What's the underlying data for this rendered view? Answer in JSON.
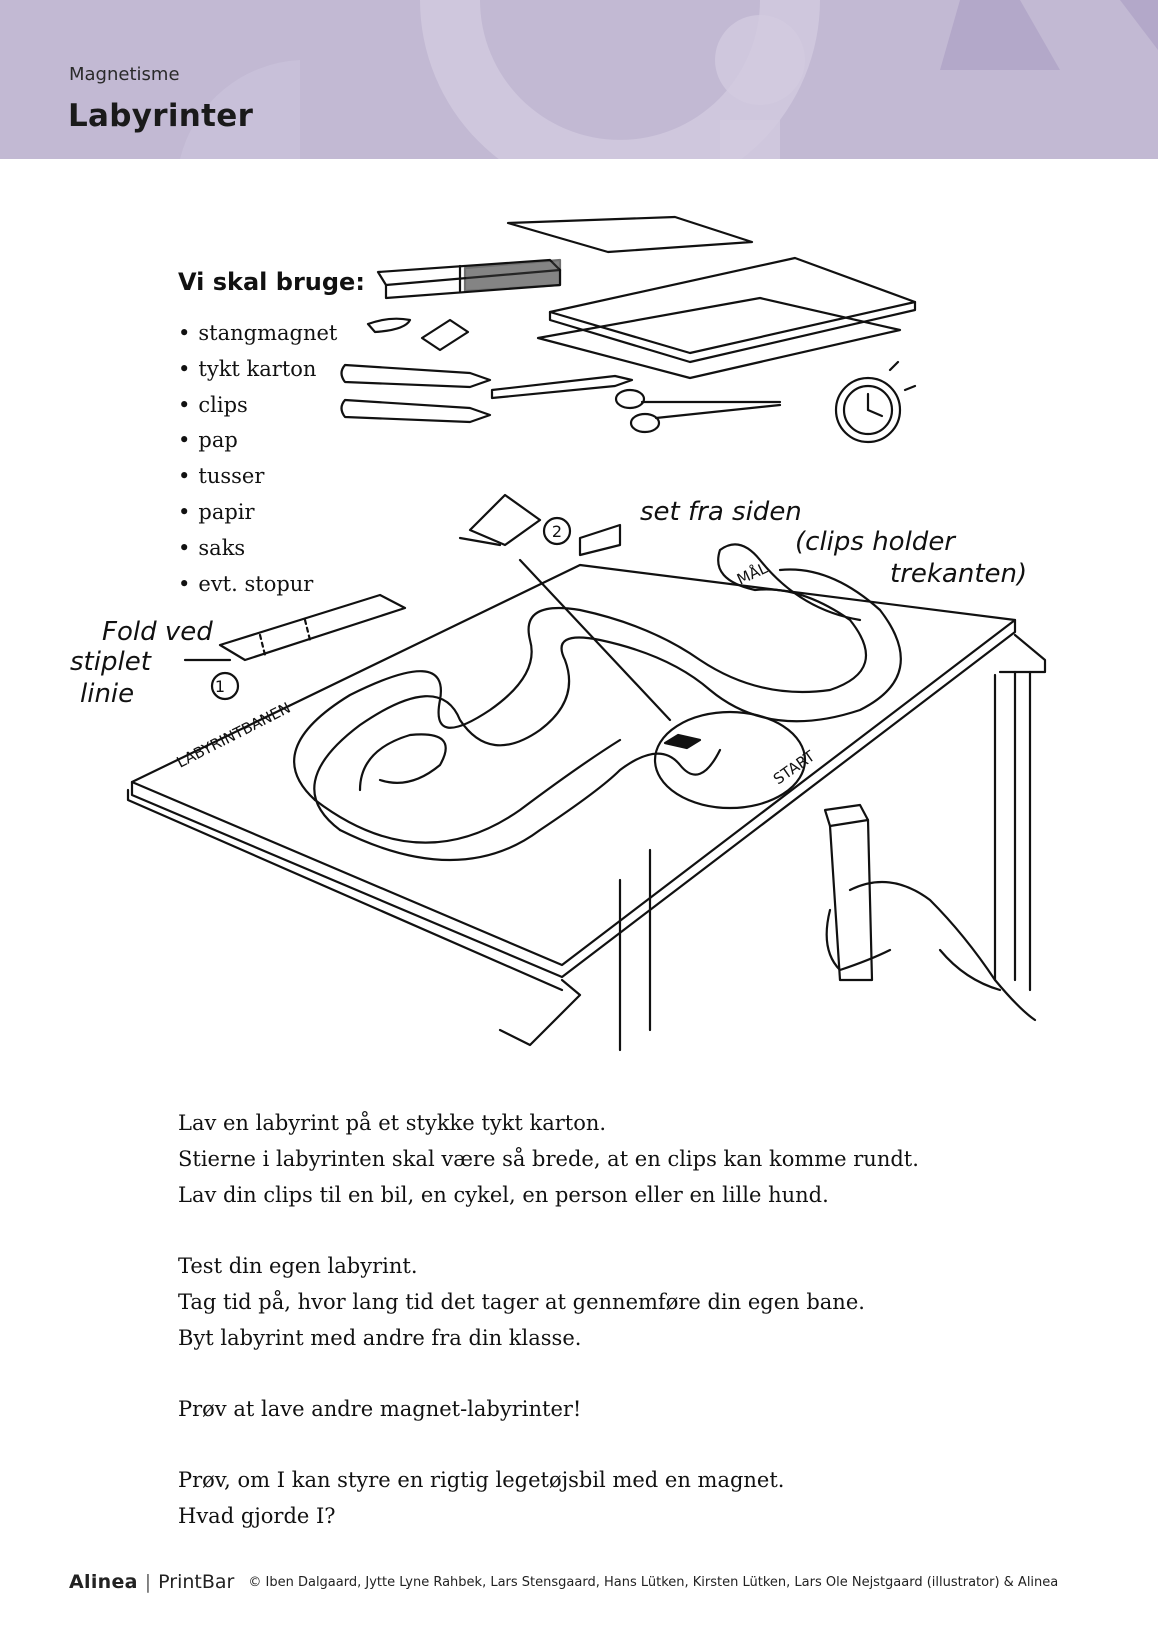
{
  "header": {
    "subject": "Magnetisme",
    "title": "Labyrinter"
  },
  "materials": {
    "heading": "Vi skal bruge:",
    "items": [
      "stangmagnet",
      "tykt karton",
      "clips",
      "pap",
      "tusser",
      "papir",
      "saks",
      "evt. stopur"
    ]
  },
  "illustration": {
    "notes": {
      "fold_1": "Fold ved",
      "fold_2": "stiplet",
      "fold_3": "linie",
      "side_1": "set fra siden",
      "side_2": "(clips holder",
      "side_3": "trekanten)",
      "step_1": "1",
      "step_2": "2",
      "maze_label": "LABYRINTBANEN",
      "goal": "MÅL",
      "start": "START"
    }
  },
  "instructions": {
    "p1": [
      "Lav en labyrint på et stykke tykt karton.",
      "Stierne i labyrinten skal være så brede, at en clips kan komme rundt.",
      "Lav din clips til en bil, en cykel, en person eller en lille hund."
    ],
    "p2": [
      "Test din egen labyrint.",
      "Tag tid på, hvor lang tid det tager at gennemføre din egen bane.",
      "Byt labyrint med andre fra din klasse."
    ],
    "p3": [
      "Prøv at lave andre magnet-labyrinter!"
    ],
    "p4": [
      "Prøv, om I kan styre en rigtig legetøjsbil med en magnet.",
      "Hvad gjorde I?"
    ]
  },
  "footer": {
    "brand": "Alinea",
    "separator": "|",
    "product": "PrintBar",
    "credits": "© Iben Dalgaard, Jytte Lyne Rahbek, Lars Stensgaard, Hans Lütken, Kirsten Lütken, Lars Ole Nejstgaard (illustrator) & Alinea"
  },
  "colors": {
    "header_bg": "#c2b9d3",
    "header_deco": "#d2cbe0",
    "text": "#1a1a1a"
  }
}
